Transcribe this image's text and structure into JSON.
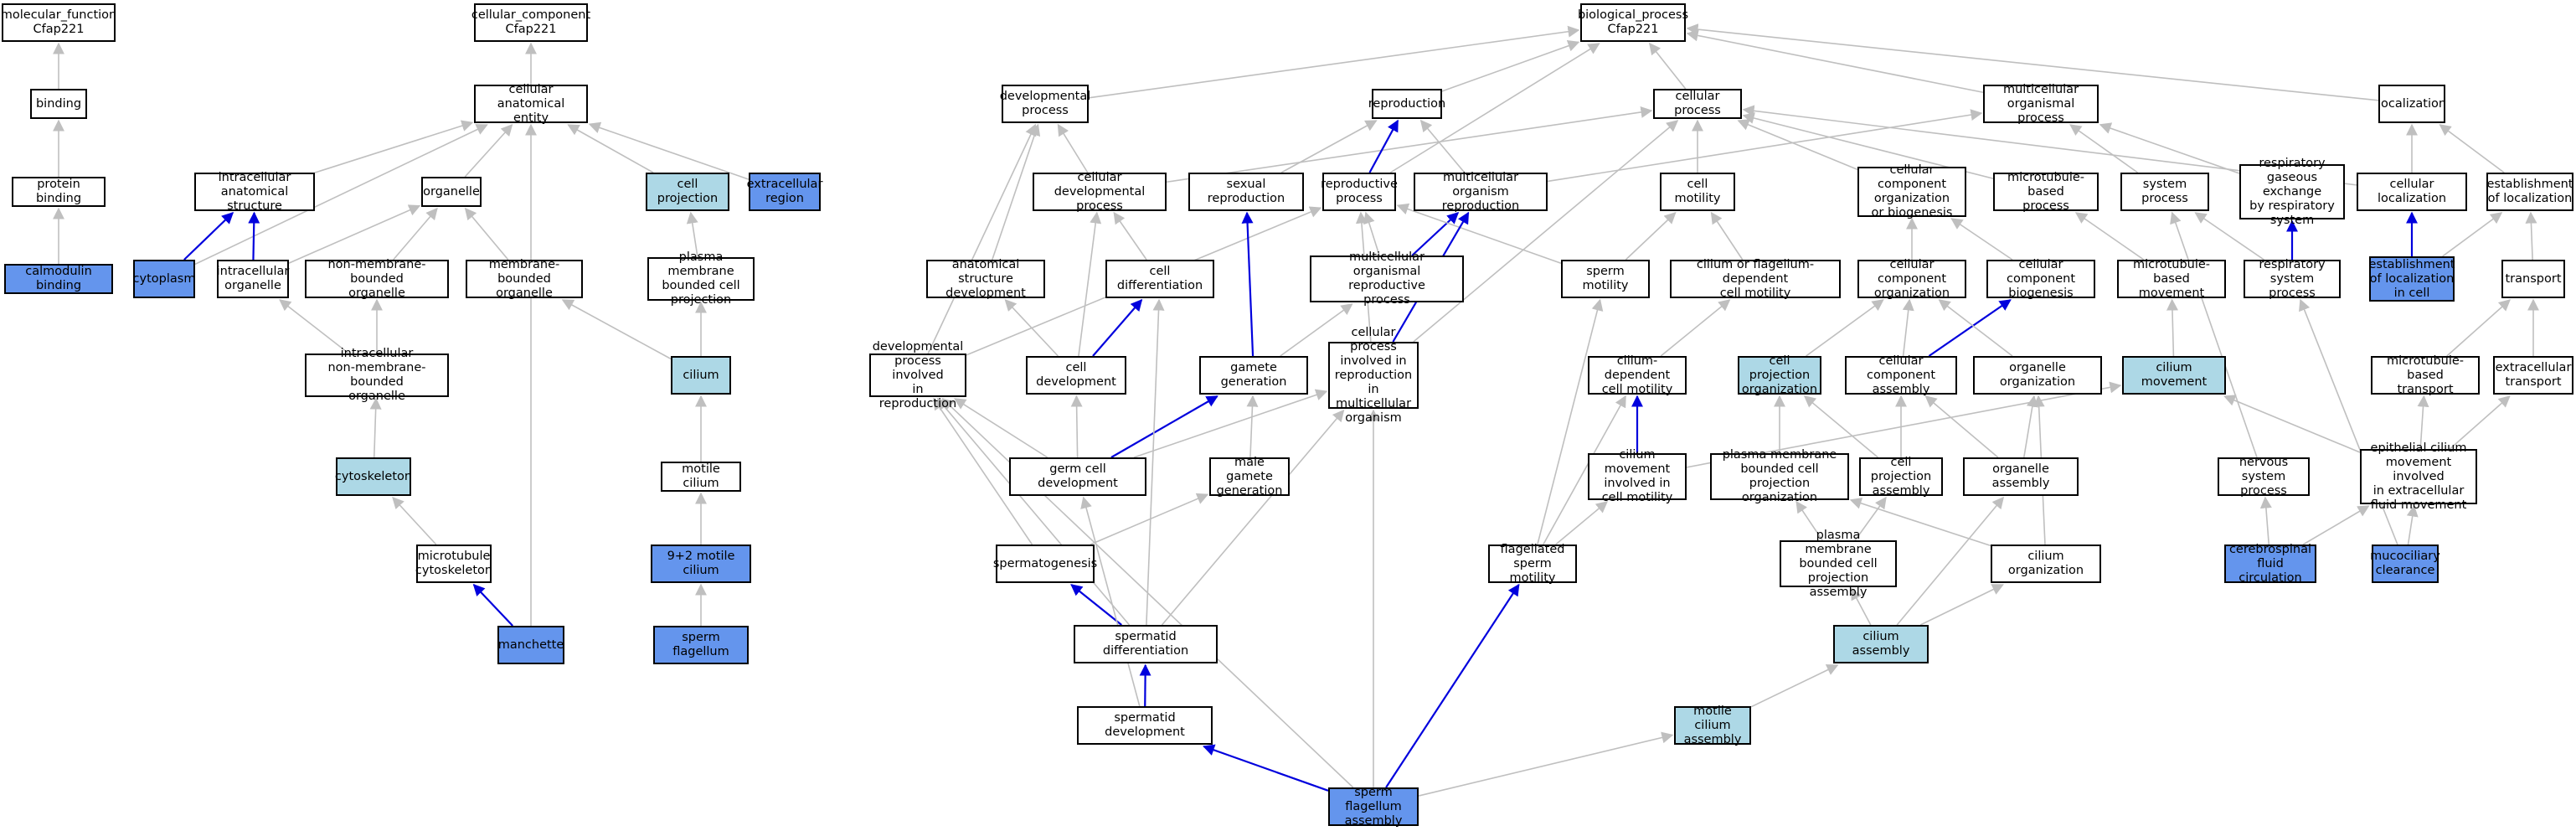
{
  "colors": {
    "plain": "#ffffff",
    "light": "#add8e6",
    "dark": "#6495ed",
    "edge_gray": "#bfbfbf",
    "edge_blue": "#0000dd",
    "border": "#000000"
  },
  "nodes": [
    {
      "id": "mf_root",
      "label": "molecular_function\nCfap221",
      "style": "plain"
    },
    {
      "id": "binding",
      "label": "binding",
      "style": "plain"
    },
    {
      "id": "protein_binding",
      "label": "protein binding",
      "style": "plain"
    },
    {
      "id": "calmodulin_binding",
      "label": "calmodulin binding",
      "style": "dark"
    },
    {
      "id": "cc_root",
      "label": "cellular_component\nCfap221",
      "style": "plain"
    },
    {
      "id": "cell_anat",
      "label": "cellular anatomical\nentity",
      "style": "plain"
    },
    {
      "id": "intra_anat",
      "label": "intracellular\nanatomical structure",
      "style": "plain"
    },
    {
      "id": "organelle",
      "label": "organelle",
      "style": "plain"
    },
    {
      "id": "cell_projection",
      "label": "cell projection",
      "style": "light"
    },
    {
      "id": "extracell_region",
      "label": "extracellular\nregion",
      "style": "dark"
    },
    {
      "id": "cytoplasm",
      "label": "cytoplasm",
      "style": "dark"
    },
    {
      "id": "intra_organelle",
      "label": "intracellular\norganelle",
      "style": "plain"
    },
    {
      "id": "nonmem_organelle",
      "label": "non-membrane-bounded\norganelle",
      "style": "plain"
    },
    {
      "id": "mem_organelle",
      "label": "membrane-bounded\norganelle",
      "style": "plain"
    },
    {
      "id": "pm_projection",
      "label": "plasma membrane\nbounded cell\nprojection",
      "style": "plain"
    },
    {
      "id": "intra_nonmem",
      "label": "intracellular\nnon-membrane-bounded\norganelle",
      "style": "plain"
    },
    {
      "id": "cilium",
      "label": "cilium",
      "style": "light"
    },
    {
      "id": "cytoskeleton",
      "label": "cytoskeleton",
      "style": "light"
    },
    {
      "id": "motile_cilium",
      "label": "motile cilium",
      "style": "plain"
    },
    {
      "id": "mt_cytoskeleton",
      "label": "microtubule\ncytoskeleton",
      "style": "plain"
    },
    {
      "id": "cilium_92",
      "label": "9+2 motile cilium",
      "style": "dark"
    },
    {
      "id": "manchette",
      "label": "manchette",
      "style": "dark"
    },
    {
      "id": "sperm_flagellum",
      "label": "sperm flagellum",
      "style": "dark"
    },
    {
      "id": "bp_root",
      "label": "biological_process\nCfap221",
      "style": "plain"
    },
    {
      "id": "dev_process",
      "label": "developmental\nprocess",
      "style": "plain"
    },
    {
      "id": "reproduction",
      "label": "reproduction",
      "style": "plain"
    },
    {
      "id": "cellular_process",
      "label": "cellular process",
      "style": "plain"
    },
    {
      "id": "multicell_proc",
      "label": "multicellular\norganismal process",
      "style": "plain"
    },
    {
      "id": "localization",
      "label": "localization",
      "style": "plain"
    },
    {
      "id": "cell_dev_proc",
      "label": "cellular developmental\nprocess",
      "style": "plain"
    },
    {
      "id": "sexual_repro",
      "label": "sexual reproduction",
      "style": "plain"
    },
    {
      "id": "repro_process",
      "label": "reproductive\nprocess",
      "style": "plain"
    },
    {
      "id": "multicell_repro",
      "label": "multicellular\norganism reproduction",
      "style": "plain"
    },
    {
      "id": "cell_motility",
      "label": "cell motility",
      "style": "plain"
    },
    {
      "id": "ccob",
      "label": "cellular component\norganization\nor biogenesis",
      "style": "plain"
    },
    {
      "id": "mt_process",
      "label": "microtubule-based\nprocess",
      "style": "plain"
    },
    {
      "id": "system_process",
      "label": "system process",
      "style": "plain"
    },
    {
      "id": "resp_gas",
      "label": "respiratory\ngaseous exchange\nby respiratory\nsystem",
      "style": "plain"
    },
    {
      "id": "cell_local",
      "label": "cellular localization",
      "style": "plain"
    },
    {
      "id": "estab_local",
      "label": "establishment\nof localization",
      "style": "plain"
    },
    {
      "id": "anat_dev",
      "label": "anatomical structure\ndevelopment",
      "style": "plain"
    },
    {
      "id": "cell_diff",
      "label": "cell differentiation",
      "style": "plain"
    },
    {
      "id": "multi_repro_proc",
      "label": "multicellular\norganismal reproductive\nprocess",
      "style": "plain"
    },
    {
      "id": "sperm_motility",
      "label": "sperm motility",
      "style": "plain"
    },
    {
      "id": "cilium_flag_motility",
      "label": "cilium or flagellum-dependent\ncell motility",
      "style": "plain"
    },
    {
      "id": "cc_org",
      "label": "cellular component\norganization",
      "style": "plain"
    },
    {
      "id": "cc_biogen",
      "label": "cellular component\nbiogenesis",
      "style": "plain"
    },
    {
      "id": "mt_movement",
      "label": "microtubule-based\nmovement",
      "style": "plain"
    },
    {
      "id": "resp_sys_proc",
      "label": "respiratory\nsystem process",
      "style": "plain"
    },
    {
      "id": "estab_local_cell",
      "label": "establishment\nof localization\nin cell",
      "style": "dark"
    },
    {
      "id": "transport",
      "label": "transport",
      "style": "plain"
    },
    {
      "id": "dev_proc_repro",
      "label": "developmental\nprocess involved\nin reproduction",
      "style": "plain"
    },
    {
      "id": "cell_dev",
      "label": "cell development",
      "style": "plain"
    },
    {
      "id": "gamete_gen",
      "label": "gamete generation",
      "style": "plain"
    },
    {
      "id": "cell_proc_repro",
      "label": "cellular process\ninvolved in\nreproduction\nin multicellular\norganism",
      "style": "plain"
    },
    {
      "id": "cilium_dep_motility",
      "label": "cilium-dependent\ncell motility",
      "style": "plain"
    },
    {
      "id": "cp_org",
      "label": "cell projection\norganization",
      "style": "light"
    },
    {
      "id": "cc_assembly",
      "label": "cellular component\nassembly",
      "style": "plain"
    },
    {
      "id": "organelle_org",
      "label": "organelle organization",
      "style": "plain"
    },
    {
      "id": "cilium_movement",
      "label": "cilium movement",
      "style": "light"
    },
    {
      "id": "mt_transport",
      "label": "microtubule-based\ntransport",
      "style": "plain"
    },
    {
      "id": "extracell_transport",
      "label": "extracellular\ntransport",
      "style": "plain"
    },
    {
      "id": "germ_cell_dev",
      "label": "germ cell development",
      "style": "plain"
    },
    {
      "id": "male_gamete",
      "label": "male gamete\ngeneration",
      "style": "plain"
    },
    {
      "id": "cilium_move_motility",
      "label": "cilium movement\ninvolved in\ncell motility",
      "style": "plain"
    },
    {
      "id": "pm_cp_org",
      "label": "plasma membrane\nbounded cell\nprojection organization",
      "style": "plain"
    },
    {
      "id": "cp_assembly",
      "label": "cell projection\nassembly",
      "style": "plain"
    },
    {
      "id": "organelle_assembly",
      "label": "organelle assembly",
      "style": "plain"
    },
    {
      "id": "nervous_sys",
      "label": "nervous system\nprocess",
      "style": "plain"
    },
    {
      "id": "epith_cilium",
      "label": "epithelial cilium\nmovement involved\nin extracellular\nfluid movement",
      "style": "plain"
    },
    {
      "id": "spermatogenesis",
      "label": "spermatogenesis",
      "style": "plain"
    },
    {
      "id": "flag_sperm_motility",
      "label": "flagellated\nsperm motility",
      "style": "plain"
    },
    {
      "id": "pm_cp_assembly",
      "label": "plasma membrane\nbounded cell\nprojection assembly",
      "style": "plain"
    },
    {
      "id": "cilium_org",
      "label": "cilium organization",
      "style": "plain"
    },
    {
      "id": "csf_circ",
      "label": "cerebrospinal\nfluid circulation",
      "style": "dark"
    },
    {
      "id": "mucociliary",
      "label": "mucociliary\nclearance",
      "style": "dark"
    },
    {
      "id": "spermatid_diff",
      "label": "spermatid differentiation",
      "style": "plain"
    },
    {
      "id": "cilium_assembly",
      "label": "cilium assembly",
      "style": "light"
    },
    {
      "id": "spermatid_dev",
      "label": "spermatid development",
      "style": "plain"
    },
    {
      "id": "motile_cilium_assembly",
      "label": "motile cilium\nassembly",
      "style": "light"
    },
    {
      "id": "sperm_flag_assembly",
      "label": "sperm flagellum\nassembly",
      "style": "dark"
    }
  ],
  "edges": [
    [
      "binding",
      "mf_root",
      "gray"
    ],
    [
      "protein_binding",
      "binding",
      "gray"
    ],
    [
      "calmodulin_binding",
      "protein_binding",
      "gray"
    ],
    [
      "cell_anat",
      "cc_root",
      "gray"
    ],
    [
      "intra_anat",
      "cell_anat",
      "gray"
    ],
    [
      "organelle",
      "cell_anat",
      "gray"
    ],
    [
      "cell_projection",
      "cell_anat",
      "gray"
    ],
    [
      "extracell_region",
      "cell_anat",
      "gray"
    ],
    [
      "cytoplasm",
      "cell_anat",
      "gray"
    ],
    [
      "cytoplasm",
      "intra_anat",
      "blue"
    ],
    [
      "intra_organelle",
      "intra_anat",
      "blue"
    ],
    [
      "intra_organelle",
      "organelle",
      "gray"
    ],
    [
      "nonmem_organelle",
      "organelle",
      "gray"
    ],
    [
      "mem_organelle",
      "organelle",
      "gray"
    ],
    [
      "pm_projection",
      "cell_projection",
      "gray"
    ],
    [
      "intra_nonmem",
      "intra_organelle",
      "gray"
    ],
    [
      "intra_nonmem",
      "nonmem_organelle",
      "gray"
    ],
    [
      "cilium",
      "pm_projection",
      "gray"
    ],
    [
      "cilium",
      "mem_organelle",
      "gray"
    ],
    [
      "cytoskeleton",
      "intra_nonmem",
      "gray"
    ],
    [
      "motile_cilium",
      "cilium",
      "gray"
    ],
    [
      "mt_cytoskeleton",
      "cytoskeleton",
      "gray"
    ],
    [
      "cilium_92",
      "motile_cilium",
      "gray"
    ],
    [
      "manchette",
      "mt_cytoskeleton",
      "blue"
    ],
    [
      "manchette",
      "cell_anat",
      "gray"
    ],
    [
      "sperm_flagellum",
      "cilium_92",
      "gray"
    ],
    [
      "dev_process",
      "bp_root",
      "gray"
    ],
    [
      "reproduction",
      "bp_root",
      "gray"
    ],
    [
      "cellular_process",
      "bp_root",
      "gray"
    ],
    [
      "multicell_proc",
      "bp_root",
      "gray"
    ],
    [
      "localization",
      "bp_root",
      "gray"
    ],
    [
      "cell_dev_proc",
      "dev_process",
      "gray"
    ],
    [
      "cell_dev_proc",
      "cellular_process",
      "gray"
    ],
    [
      "sexual_repro",
      "reproduction",
      "gray"
    ],
    [
      "repro_process",
      "reproduction",
      "blue"
    ],
    [
      "repro_process",
      "bp_root",
      "gray"
    ],
    [
      "multicell_repro",
      "reproduction",
      "gray"
    ],
    [
      "multicell_repro",
      "multicell_proc",
      "gray"
    ],
    [
      "cell_motility",
      "cellular_process",
      "gray"
    ],
    [
      "ccob",
      "cellular_process",
      "gray"
    ],
    [
      "mt_process",
      "cellular_process",
      "gray"
    ],
    [
      "system_process",
      "multicell_proc",
      "gray"
    ],
    [
      "resp_gas",
      "multicell_proc",
      "gray"
    ],
    [
      "cell_local",
      "localization",
      "gray"
    ],
    [
      "cell_local",
      "cellular_process",
      "gray"
    ],
    [
      "estab_local",
      "localization",
      "gray"
    ],
    [
      "anat_dev",
      "dev_process",
      "gray"
    ],
    [
      "cell_diff",
      "cell_dev_proc",
      "gray"
    ],
    [
      "multi_repro_proc",
      "multicell_repro",
      "blue"
    ],
    [
      "multi_repro_proc",
      "repro_process",
      "gray"
    ],
    [
      "sperm_motility",
      "cell_motility",
      "gray"
    ],
    [
      "sperm_motility",
      "repro_process",
      "gray"
    ],
    [
      "cilium_flag_motility",
      "cell_motility",
      "gray"
    ],
    [
      "cc_org",
      "ccob",
      "gray"
    ],
    [
      "cc_biogen",
      "ccob",
      "gray"
    ],
    [
      "mt_movement",
      "mt_process",
      "gray"
    ],
    [
      "resp_sys_proc",
      "resp_gas",
      "blue"
    ],
    [
      "resp_sys_proc",
      "system_process",
      "gray"
    ],
    [
      "estab_local_cell",
      "cell_local",
      "blue"
    ],
    [
      "estab_local_cell",
      "estab_local",
      "gray"
    ],
    [
      "transport",
      "estab_local",
      "gray"
    ],
    [
      "dev_proc_repro",
      "dev_process",
      "gray"
    ],
    [
      "dev_proc_repro",
      "repro_process",
      "gray"
    ],
    [
      "cell_dev",
      "cell_diff",
      "blue"
    ],
    [
      "cell_dev",
      "cell_dev_proc",
      "gray"
    ],
    [
      "cell_dev",
      "anat_dev",
      "gray"
    ],
    [
      "gamete_gen",
      "sexual_repro",
      "blue"
    ],
    [
      "gamete_gen",
      "multi_repro_proc",
      "gray"
    ],
    [
      "cell_proc_repro",
      "multicell_repro",
      "blue"
    ],
    [
      "cell_proc_repro",
      "cellular_process",
      "gray"
    ],
    [
      "cell_proc_repro",
      "repro_process",
      "gray"
    ],
    [
      "cilium_dep_motility",
      "cilium_flag_motility",
      "gray"
    ],
    [
      "cp_org",
      "cc_org",
      "gray"
    ],
    [
      "cc_assembly",
      "cc_org",
      "gray"
    ],
    [
      "cc_assembly",
      "cc_biogen",
      "blue"
    ],
    [
      "organelle_org",
      "cc_org",
      "gray"
    ],
    [
      "cilium_movement",
      "mt_movement",
      "gray"
    ],
    [
      "mt_transport",
      "transport",
      "gray"
    ],
    [
      "extracell_transport",
      "transport",
      "gray"
    ],
    [
      "germ_cell_dev",
      "gamete_gen",
      "blue"
    ],
    [
      "germ_cell_dev",
      "cell_dev",
      "gray"
    ],
    [
      "germ_cell_dev",
      "dev_proc_repro",
      "gray"
    ],
    [
      "germ_cell_dev",
      "cell_proc_repro",
      "gray"
    ],
    [
      "male_gamete",
      "gamete_gen",
      "gray"
    ],
    [
      "cilium_move_motility",
      "cilium_dep_motility",
      "blue"
    ],
    [
      "cilium_move_motility",
      "cilium_movement",
      "gray"
    ],
    [
      "pm_cp_org",
      "cp_org",
      "gray"
    ],
    [
      "cp_assembly",
      "cp_org",
      "gray"
    ],
    [
      "cp_assembly",
      "cc_assembly",
      "gray"
    ],
    [
      "organelle_assembly",
      "organelle_org",
      "gray"
    ],
    [
      "organelle_assembly",
      "cc_assembly",
      "gray"
    ],
    [
      "nervous_sys",
      "system_process",
      "gray"
    ],
    [
      "epith_cilium",
      "cilium_movement",
      "gray"
    ],
    [
      "epith_cilium",
      "mt_transport",
      "gray"
    ],
    [
      "epith_cilium",
      "extracell_transport",
      "gray"
    ],
    [
      "spermatogenesis",
      "male_gamete",
      "gray"
    ],
    [
      "spermatogenesis",
      "dev_proc_repro",
      "gray"
    ],
    [
      "flag_sperm_motility",
      "sperm_motility",
      "gray"
    ],
    [
      "flag_sperm_motility",
      "cilium_dep_motility",
      "gray"
    ],
    [
      "flag_sperm_motility",
      "cilium_move_motility",
      "gray"
    ],
    [
      "pm_cp_assembly",
      "pm_cp_org",
      "gray"
    ],
    [
      "pm_cp_assembly",
      "cp_assembly",
      "gray"
    ],
    [
      "cilium_org",
      "pm_cp_org",
      "gray"
    ],
    [
      "cilium_org",
      "organelle_org",
      "gray"
    ],
    [
      "csf_circ",
      "nervous_sys",
      "gray"
    ],
    [
      "csf_circ",
      "epith_cilium",
      "gray"
    ],
    [
      "mucociliary",
      "resp_sys_proc",
      "gray"
    ],
    [
      "mucociliary",
      "epith_cilium",
      "gray"
    ],
    [
      "spermatid_diff",
      "spermatogenesis",
      "blue"
    ],
    [
      "spermatid_diff",
      "cell_diff",
      "gray"
    ],
    [
      "spermatid_diff",
      "dev_proc_repro",
      "gray"
    ],
    [
      "spermatid_diff",
      "cell_proc_repro",
      "gray"
    ],
    [
      "cilium_assembly",
      "pm_cp_assembly",
      "gray"
    ],
    [
      "cilium_assembly",
      "cilium_org",
      "gray"
    ],
    [
      "cilium_assembly",
      "organelle_assembly",
      "gray"
    ],
    [
      "spermatid_dev",
      "spermatid_diff",
      "blue"
    ],
    [
      "spermatid_dev",
      "germ_cell_dev",
      "gray"
    ],
    [
      "motile_cilium_assembly",
      "cilium_assembly",
      "gray"
    ],
    [
      "sperm_flag_assembly",
      "spermatid_dev",
      "blue"
    ],
    [
      "sperm_flag_assembly",
      "flag_sperm_motility",
      "blue"
    ],
    [
      "sperm_flag_assembly",
      "motile_cilium_assembly",
      "gray"
    ],
    [
      "sperm_flag_assembly",
      "dev_proc_repro",
      "gray"
    ],
    [
      "sperm_flag_assembly",
      "cell_proc_repro",
      "gray"
    ]
  ]
}
